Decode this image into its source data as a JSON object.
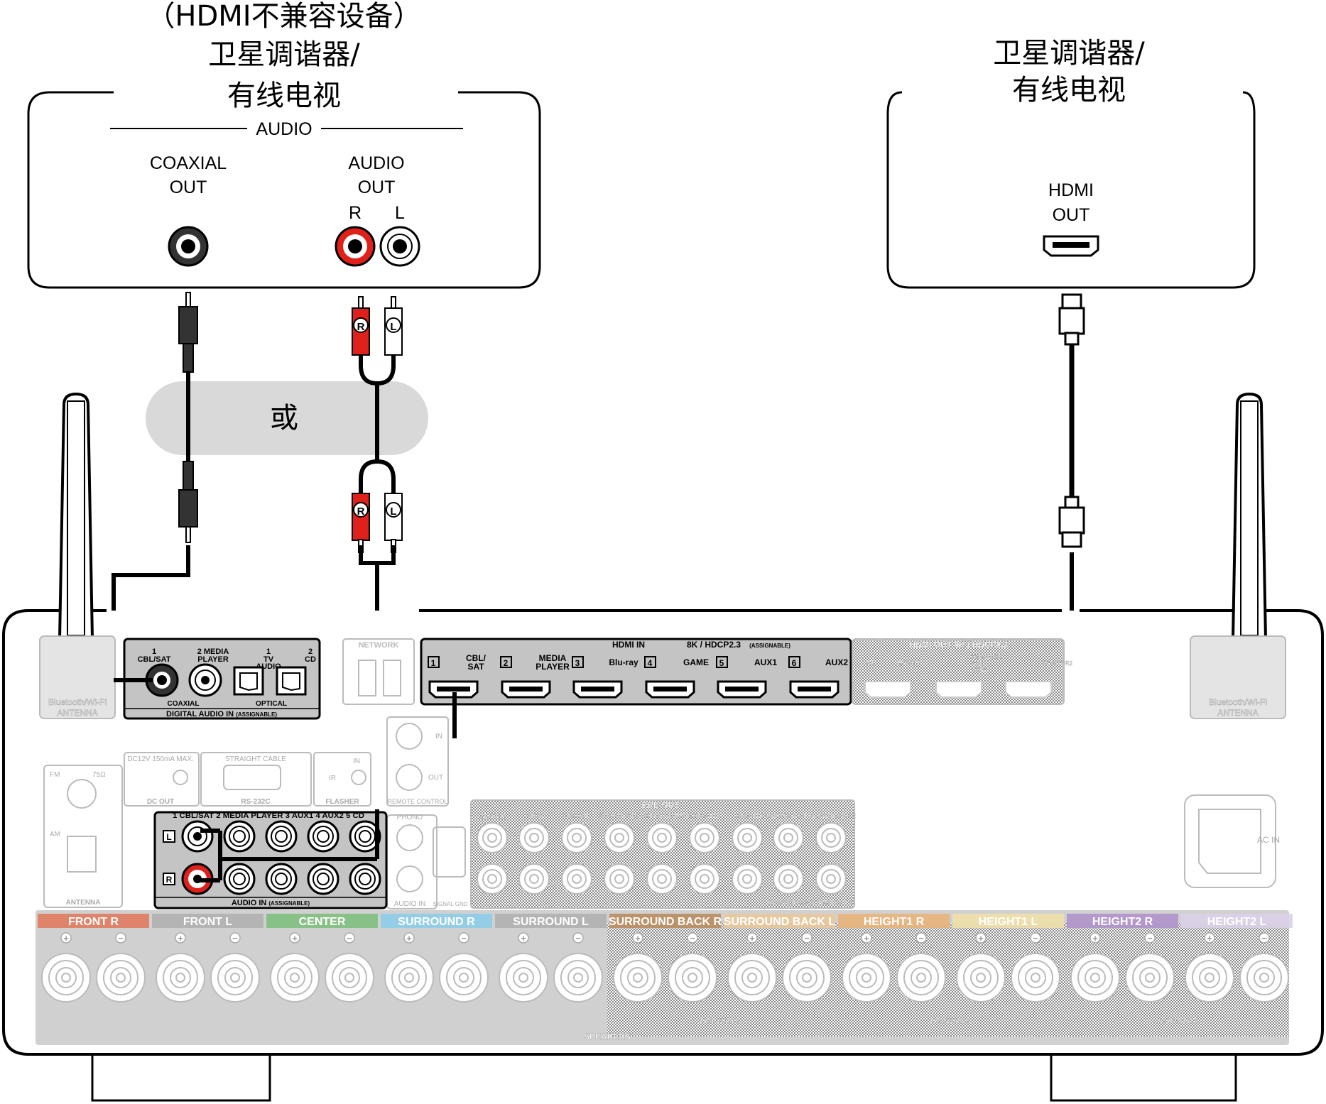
{
  "devices": {
    "left": {
      "title_line1": "（HDMI不兼容设备）",
      "title_line2": "卫星调谐器/",
      "title_line3": "有线电视",
      "audio_group": "AUDIO",
      "coaxial_line1": "COAXIAL",
      "coaxial_line2": "OUT",
      "audio_out_line1": "AUDIO",
      "audio_out_line2": "OUT",
      "r": "R",
      "l": "L"
    },
    "right": {
      "title_line1": "卫星调谐器/",
      "title_line2": "有线电视",
      "hdmi_line1": "HDMI",
      "hdmi_line2": "OUT"
    }
  },
  "or_label": "或",
  "plug_r": "R",
  "plug_l": "L",
  "receiver": {
    "bt_antenna_line1": "Bluetooth/Wi-Fi",
    "bt_antenna_line2": "ANTENNA",
    "digital_audio": {
      "in1_num": "1",
      "in1_name": "CBL/SAT",
      "in2": "2 MEDIA",
      "in2b": "PLAYER",
      "in3_num": "1",
      "in3_name": "TV",
      "in3_b": "AUDIO",
      "in4_num": "2",
      "in4_name": "CD",
      "coaxial": "COAXIAL",
      "optical": "OPTICAL",
      "title": "DIGITAL AUDIO IN",
      "assignable": "(ASSIGNABLE)"
    },
    "network": "NETWORK",
    "hdmi_in": {
      "title": "HDMI IN",
      "spec": "8K / HDCP2.3",
      "assignable": "(ASSIGNABLE)",
      "inputs": [
        {
          "num": "1",
          "name": "CBL/\nSAT"
        },
        {
          "num": "2",
          "name": "MEDIA\nPLAYER"
        },
        {
          "num": "3",
          "name": "Blu-ray"
        },
        {
          "num": "4",
          "name": "GAME"
        },
        {
          "num": "5",
          "name": "AUX1"
        },
        {
          "num": "6",
          "name": "AUX2"
        }
      ],
      "in1_name_line1": "CBL/",
      "in1_name_line2": "SAT",
      "in2_name_line1": "MEDIA",
      "in2_name_line2": "PLAYER",
      "in3_name": "Blu-ray",
      "in4_name": "GAME",
      "in5_name": "AUX1",
      "in6_name": "AUX2",
      "num1": "1",
      "num2": "2",
      "num3": "3",
      "num4": "4",
      "num5": "5",
      "num6": "6"
    },
    "hdmi_out": {
      "title": "HDMI OUT",
      "spec": "8K / HDCP2.3",
      "zone_4k": "4K",
      "zone2": "ZONE2",
      "monitor1": "MONITOR1",
      "arc": "ARC",
      "earc": "eARC",
      "monitor2": "MONITOR2"
    },
    "dc_out_spec": "DC12V 150mA MAX.",
    "dc_out": "DC OUT",
    "rs232_top": "STRAIGHT CABLE",
    "rs232": "RS-232C",
    "ir_in": "IN",
    "ir": "IR",
    "flasher": "FLASHER",
    "remote_in": "IN",
    "remote_out": "OUT",
    "remote_control": "REMOTE CONTROL",
    "fm": "FM",
    "ohm": "75Ω",
    "am": "AM",
    "antenna": "ANTENNA",
    "audio_in": {
      "labels": "1 CBL/SAT  2 MEDIA PLAYER  3 AUX1  4 AUX2  5 CD",
      "l": "L",
      "r": "R",
      "title": "AUDIO IN",
      "assignable": "(ASSIGNABLE)"
    },
    "phono": "PHONO",
    "phono_audio_in": "AUDIO IN",
    "signal_gnd": "SIGNAL GND",
    "pre_out": "PRE OUT",
    "zone2": "ZONE2",
    "preout_labels": [
      "FRONT",
      "CENTER",
      "SURROUND",
      "SURROUND BACK",
      "HEIGHT1",
      "HEIGHT2",
      "SUBWOOFER 1",
      "SUBWOOFER 2"
    ],
    "sw34": "SUBWOOFER 3  SUBWOOFER 4",
    "ac_in": "AC IN",
    "speakers": {
      "title": "SPEAKERS",
      "assignable": "ASSIGNABLE",
      "channels": [
        {
          "name": "FRONT",
          "side": "R",
          "color": "#e07a5f"
        },
        {
          "name": "FRONT",
          "side": "L",
          "color": "#b0b0b0"
        },
        {
          "name": "CENTER",
          "side": "",
          "color": "#7fbf7f"
        },
        {
          "name": "SURROUND",
          "side": "R",
          "color": "#8ccde8"
        },
        {
          "name": "SURROUND",
          "side": "L",
          "color": "#b0b0b0"
        },
        {
          "name": "SURROUND BACK",
          "side": "R",
          "color": "#b98c5e"
        },
        {
          "name": "SURROUND BACK",
          "side": "L",
          "color": "#e8c89a"
        },
        {
          "name": "HEIGHT1",
          "side": "R",
          "color": "#e8b27a"
        },
        {
          "name": "HEIGHT1",
          "side": "L",
          "color": "#f0e0a8"
        },
        {
          "name": "HEIGHT2",
          "side": "R",
          "color": "#b092cc"
        },
        {
          "name": "HEIGHT2",
          "side": "L",
          "color": "#dcd0e8"
        }
      ]
    }
  }
}
